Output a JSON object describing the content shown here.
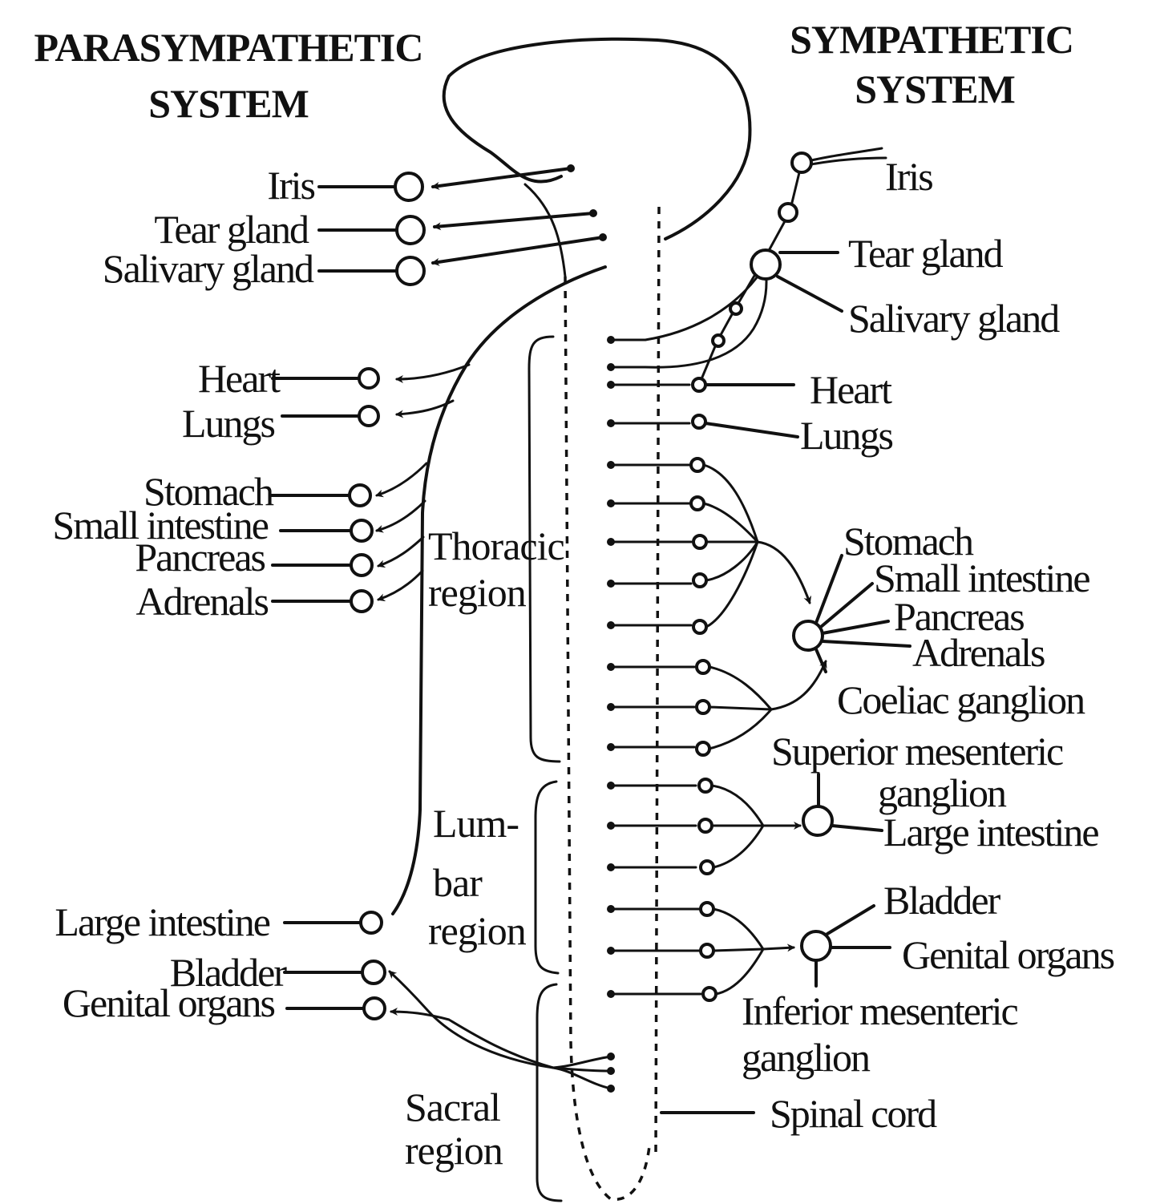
{
  "parasympathetic": {
    "title_line1": "PARASYMPATHETIC",
    "title_line2": "SYSTEM",
    "organs": {
      "iris": "Iris",
      "tear_gland": "Tear gland",
      "salivary_gland": "Salivary gland",
      "heart": "Heart",
      "lungs": "Lungs",
      "stomach": "Stomach",
      "small_intestine": "Small intestine",
      "pancreas": "Pancreas",
      "adrenals": "Adrenals",
      "large_intestine": "Large intestine",
      "bladder": "Bladder",
      "genital_organs": "Genital organs"
    }
  },
  "sympathetic": {
    "title_line1": "SYMPATHETIC",
    "title_line2": "SYSTEM",
    "organs": {
      "iris": "Iris",
      "tear_gland": "Tear gland",
      "salivary_gland": "Salivary gland",
      "heart": "Heart",
      "lungs": "Lungs",
      "stomach": "Stomach",
      "small_intestine": "Small intestine",
      "pancreas": "Pancreas",
      "adrenals": "Adrenals",
      "large_intestine": "Large intestine",
      "bladder": "Bladder",
      "genital_organs": "Genital organs"
    },
    "ganglia": {
      "coeliac": "Coeliac ganglion",
      "superior_line1": "Superior mesenteric",
      "superior_line2": "ganglion",
      "inferior_line1": "Inferior mesenteric",
      "inferior_line2": "ganglion"
    }
  },
  "regions": {
    "thoracic_line1": "Thoracic",
    "thoracic_line2": "region",
    "lumbar_line1": "Lum-",
    "lumbar_line2": "bar",
    "lumbar_line3": "region",
    "sacral_line1": "Sacral",
    "sacral_line2": "region"
  },
  "spinal_cord": "Spinal cord"
}
